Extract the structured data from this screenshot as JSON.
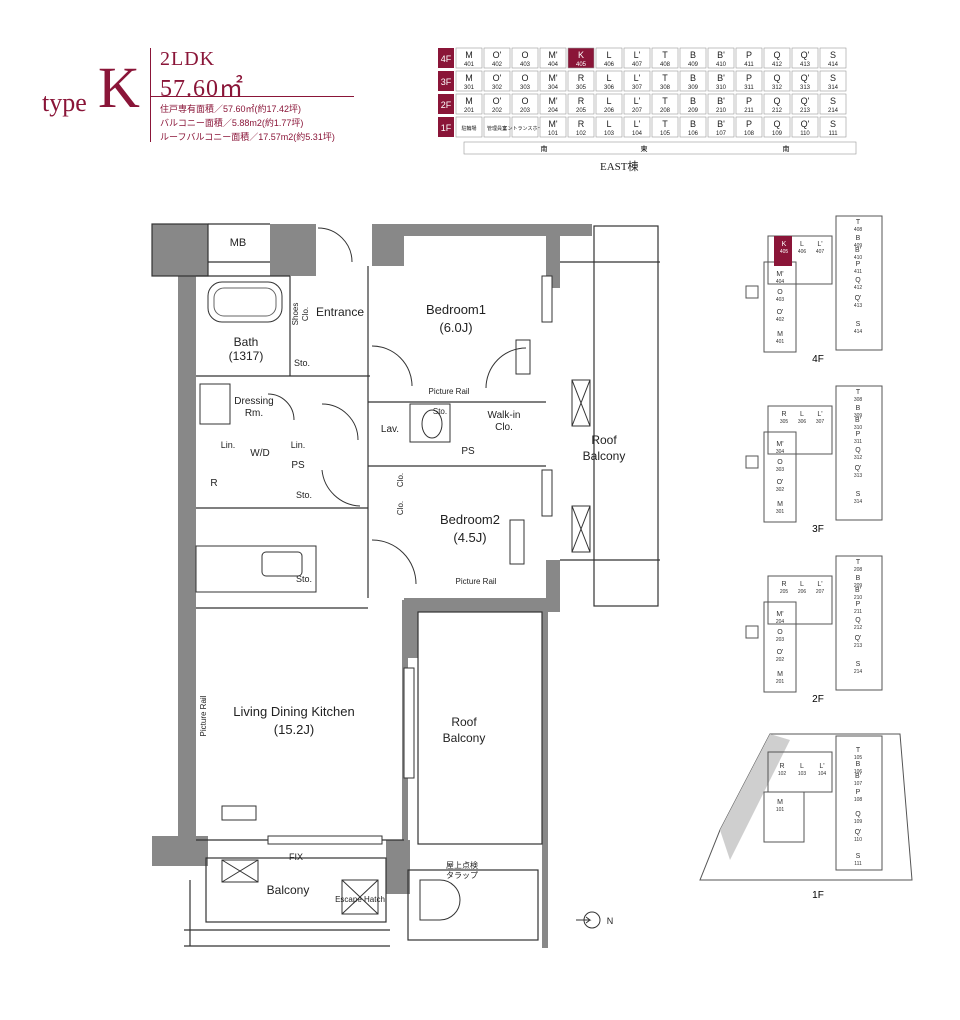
{
  "header": {
    "type_word": "type",
    "type_letter": "K",
    "layout": "2LDK",
    "area": "57.60㎡",
    "specs": [
      "住戸専有面積／57.60㎡(約17.42坪)",
      "バルコニー面積／5.88m2(約1.77坪)",
      "ルーフバルコニー面積／17.57m2(約5.31坪)"
    ]
  },
  "unit_grid": {
    "floors": [
      {
        "floor": "4F",
        "units": [
          [
            "M",
            "401"
          ],
          [
            "O'",
            "402"
          ],
          [
            "O",
            "403"
          ],
          [
            "M'",
            "404"
          ],
          [
            "K",
            "405"
          ],
          [
            "L",
            "406"
          ],
          [
            "L'",
            "407"
          ],
          [
            "T",
            "408"
          ],
          [
            "B",
            "409"
          ],
          [
            "B'",
            "410"
          ],
          [
            "P",
            "411"
          ],
          [
            "Q",
            "412"
          ],
          [
            "Q'",
            "413"
          ],
          [
            "S",
            "414"
          ]
        ]
      },
      {
        "floor": "3F",
        "units": [
          [
            "M",
            "301"
          ],
          [
            "O'",
            "302"
          ],
          [
            "O",
            "303"
          ],
          [
            "M'",
            "304"
          ],
          [
            "R",
            "305"
          ],
          [
            "L",
            "306"
          ],
          [
            "L'",
            "307"
          ],
          [
            "T",
            "308"
          ],
          [
            "B",
            "309"
          ],
          [
            "B'",
            "310"
          ],
          [
            "P",
            "311"
          ],
          [
            "Q",
            "312"
          ],
          [
            "Q'",
            "313"
          ],
          [
            "S",
            "314"
          ]
        ]
      },
      {
        "floor": "2F",
        "units": [
          [
            "M",
            "201"
          ],
          [
            "O'",
            "202"
          ],
          [
            "O",
            "203"
          ],
          [
            "M'",
            "204"
          ],
          [
            "R",
            "205"
          ],
          [
            "L",
            "206"
          ],
          [
            "L'",
            "207"
          ],
          [
            "T",
            "208"
          ],
          [
            "B",
            "209"
          ],
          [
            "B'",
            "210"
          ],
          [
            "P",
            "211"
          ],
          [
            "Q",
            "212"
          ],
          [
            "Q'",
            "213"
          ],
          [
            "S",
            "214"
          ]
        ]
      },
      {
        "floor": "1F",
        "units": [
          [
            "駐輪場",
            ""
          ],
          [
            "管理員室",
            ""
          ],
          [
            "エントランスホール",
            ""
          ],
          [
            "M'",
            "101"
          ],
          [
            "R",
            "102"
          ],
          [
            "L",
            "103"
          ],
          [
            "L'",
            "104"
          ],
          [
            "T",
            "105"
          ],
          [
            "B",
            "106"
          ],
          [
            "B'",
            "107"
          ],
          [
            "P",
            "108"
          ],
          [
            "Q",
            "109"
          ],
          [
            "Q'",
            "110"
          ],
          [
            "S",
            "111"
          ]
        ]
      }
    ],
    "highlight": "405",
    "directions": [
      "南",
      "東",
      "南"
    ],
    "building": "EAST棟"
  },
  "floorplan": {
    "rooms": {
      "mb": "MB",
      "bath": "Bath",
      "bath_size": "(1317)",
      "shoes": "Shoes",
      "clo": "Clo.",
      "entrance": "Entrance",
      "sto": "Sto.",
      "bedroom1": "Bedroom1",
      "bedroom1_size": "(6.0J)",
      "dressing": "Dressing",
      "rm": "Rm.",
      "lin": "Lin.",
      "wd": "W/D",
      "ps": "PS",
      "lav": "Lav.",
      "walkin": "Walk-in",
      "walkin_clo": "Clo.",
      "r": "R",
      "bedroom2": "Bedroom2",
      "bedroom2_size": "(4.5J)",
      "picture_rail": "Picture Rail",
      "roof": "Roof",
      "balcony": "Balcony",
      "ldk": "Living Dining Kitchen",
      "ldk_size": "(15.2J)",
      "fix": "FIX",
      "balcony_label": "Balcony",
      "escape_hatch": "Escape Hatch",
      "trap_1": "屋上点検",
      "trap_2": "タラップ",
      "north": "N"
    }
  },
  "key_plans": {
    "fourth": {
      "label": "4F",
      "units": [
        [
          "T",
          "408"
        ],
        [
          "B",
          "409"
        ],
        [
          "B'",
          "410"
        ],
        [
          "P",
          "411"
        ],
        [
          "Q",
          "412"
        ],
        [
          "Q'",
          "413"
        ],
        [
          "S",
          "414"
        ],
        [
          "K",
          "405"
        ],
        [
          "L",
          "406"
        ],
        [
          "L'",
          "407"
        ],
        [
          "M'",
          "404"
        ],
        [
          "O",
          "403"
        ],
        [
          "O'",
          "402"
        ],
        [
          "M",
          "401"
        ]
      ]
    },
    "third": {
      "label": "3F",
      "units": [
        [
          "T",
          "308"
        ],
        [
          "B",
          "309"
        ],
        [
          "B'",
          "310"
        ],
        [
          "P",
          "311"
        ],
        [
          "Q",
          "312"
        ],
        [
          "Q'",
          "313"
        ],
        [
          "S",
          "314"
        ],
        [
          "R",
          "305"
        ],
        [
          "L",
          "306"
        ],
        [
          "L'",
          "307"
        ],
        [
          "M'",
          "304"
        ],
        [
          "O",
          "303"
        ],
        [
          "O'",
          "302"
        ],
        [
          "M",
          "301"
        ]
      ]
    },
    "second": {
      "label": "2F",
      "units": [
        [
          "T",
          "208"
        ],
        [
          "B",
          "209"
        ],
        [
          "B'",
          "210"
        ],
        [
          "P",
          "211"
        ],
        [
          "Q",
          "212"
        ],
        [
          "Q'",
          "213"
        ],
        [
          "S",
          "214"
        ],
        [
          "R",
          "205"
        ],
        [
          "L",
          "206"
        ],
        [
          "L'",
          "207"
        ],
        [
          "M'",
          "204"
        ],
        [
          "O",
          "203"
        ],
        [
          "O'",
          "202"
        ],
        [
          "M",
          "201"
        ]
      ]
    },
    "first": {
      "label": "1F",
      "units": [
        [
          "T",
          "105"
        ],
        [
          "B",
          "106"
        ],
        [
          "B'",
          "107"
        ],
        [
          "P",
          "108"
        ],
        [
          "Q",
          "109"
        ],
        [
          "Q'",
          "110"
        ],
        [
          "S",
          "111"
        ],
        [
          "R",
          "102"
        ],
        [
          "L",
          "103"
        ],
        [
          "L'",
          "104"
        ],
        [
          "M",
          "101"
        ]
      ]
    }
  }
}
